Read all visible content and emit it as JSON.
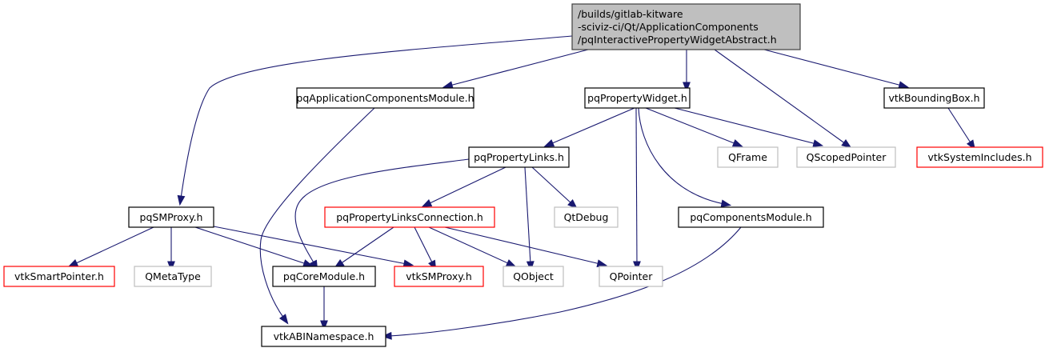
{
  "diagram": {
    "type": "include-dependency-graph",
    "colors": {
      "edge": "#191970",
      "root_fill": "#bfbfbf",
      "root_border": "#404040",
      "documented_border": "#000000",
      "undocumented_border": "#bfbfbf",
      "truncated_border": "#ff0000",
      "text": "#000000",
      "background": "#ffffff"
    },
    "nodes": [
      {
        "id": "root",
        "lines": [
          "/builds/gitlab-kitware",
          "-sciviz-ci/Qt/ApplicationComponents",
          "/pqInteractivePropertyWidgetAbstract.h"
        ],
        "style": "root"
      },
      {
        "id": "appcomp",
        "lines": [
          "pqApplicationComponentsModule.h"
        ],
        "style": "documented"
      },
      {
        "id": "propwidget",
        "lines": [
          "pqPropertyWidget.h"
        ],
        "style": "documented"
      },
      {
        "id": "bbox",
        "lines": [
          "vtkBoundingBox.h"
        ],
        "style": "documented"
      },
      {
        "id": "proplinks",
        "lines": [
          "pqPropertyLinks.h"
        ],
        "style": "documented"
      },
      {
        "id": "qframe",
        "lines": [
          "QFrame"
        ],
        "style": "undocumented"
      },
      {
        "id": "qscoped",
        "lines": [
          "QScopedPointer"
        ],
        "style": "undocumented"
      },
      {
        "id": "sysinc",
        "lines": [
          "vtkSystemIncludes.h"
        ],
        "style": "truncated"
      },
      {
        "id": "smproxy",
        "lines": [
          "pqSMProxy.h"
        ],
        "style": "documented"
      },
      {
        "id": "plconn",
        "lines": [
          "pqPropertyLinksConnection.h"
        ],
        "style": "truncated"
      },
      {
        "id": "qtdebug",
        "lines": [
          "QtDebug"
        ],
        "style": "undocumented"
      },
      {
        "id": "compmod",
        "lines": [
          "pqComponentsModule.h"
        ],
        "style": "documented"
      },
      {
        "id": "smartptr",
        "lines": [
          "vtkSmartPointer.h"
        ],
        "style": "truncated"
      },
      {
        "id": "qmeta",
        "lines": [
          "QMetaType"
        ],
        "style": "undocumented"
      },
      {
        "id": "coremod",
        "lines": [
          "pqCoreModule.h"
        ],
        "style": "documented"
      },
      {
        "id": "vtksmproxy",
        "lines": [
          "vtkSMProxy.h"
        ],
        "style": "truncated"
      },
      {
        "id": "qobject",
        "lines": [
          "QObject"
        ],
        "style": "undocumented"
      },
      {
        "id": "qpointer",
        "lines": [
          "QPointer"
        ],
        "style": "undocumented"
      },
      {
        "id": "abins",
        "lines": [
          "vtkABINamespace.h"
        ],
        "style": "documented"
      }
    ],
    "edges": [
      [
        "root",
        "smproxy"
      ],
      [
        "root",
        "appcomp"
      ],
      [
        "root",
        "propwidget"
      ],
      [
        "root",
        "qscoped"
      ],
      [
        "root",
        "bbox"
      ],
      [
        "appcomp",
        "abins"
      ],
      [
        "propwidget",
        "proplinks"
      ],
      [
        "propwidget",
        "qframe"
      ],
      [
        "propwidget",
        "qscoped"
      ],
      [
        "propwidget",
        "qpointer"
      ],
      [
        "propwidget",
        "compmod"
      ],
      [
        "bbox",
        "sysinc"
      ],
      [
        "proplinks",
        "coremod"
      ],
      [
        "proplinks",
        "plconn"
      ],
      [
        "proplinks",
        "qobject"
      ],
      [
        "proplinks",
        "qtdebug"
      ],
      [
        "smproxy",
        "smartptr"
      ],
      [
        "smproxy",
        "qmeta"
      ],
      [
        "smproxy",
        "coremod"
      ],
      [
        "smproxy",
        "vtksmproxy"
      ],
      [
        "plconn",
        "coremod"
      ],
      [
        "plconn",
        "vtksmproxy"
      ],
      [
        "plconn",
        "qobject"
      ],
      [
        "plconn",
        "qpointer"
      ],
      [
        "compmod",
        "abins"
      ],
      [
        "coremod",
        "abins"
      ]
    ]
  }
}
